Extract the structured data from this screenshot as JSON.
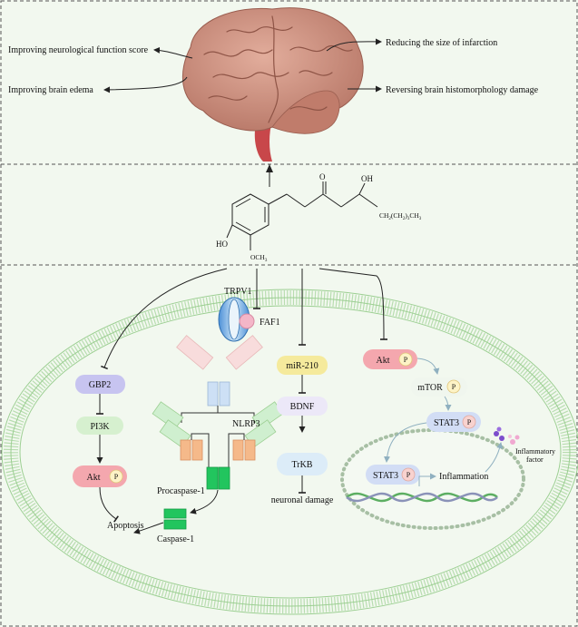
{
  "outcomes": {
    "neuro_score": "Improving neurological function score",
    "edema": "Improving brain edema",
    "infarction": "Reducing the size of infarction",
    "histomorphology": "Reversing brain histomorphology damage"
  },
  "molecule": {
    "ho": "HO",
    "och3": "OCH",
    "och3_sub": "3",
    "oh": "OH",
    "o": "O",
    "chain": "CH",
    "chain_sub1": "2",
    "chain_mid": "(CH",
    "chain_sub2": "2",
    "chain_mid2": ")",
    "chain_sub3": "3",
    "chain_end": "CH",
    "chain_sub4": "3"
  },
  "pathways": {
    "trpv1": "TRPV1",
    "faf1": "FAF1",
    "gbp2": "GBP2",
    "pi3k": "PI3K",
    "akt_left": "Akt",
    "p_left": "P",
    "apoptosis": "Apoptosis",
    "nlrp3": "NLRP3",
    "procaspase": "Procaspase-1",
    "caspase": "Caspase-1",
    "mir210": "miR-210",
    "bdnf": "BDNF",
    "trkb": "TrKB",
    "neuronal_damage": "neuronal damage",
    "akt_right": "Akt",
    "p_akt": "P",
    "mtor": "mTOR",
    "p_mtor": "P",
    "stat3_outer": "STAT3",
    "p_stat3_outer": "P",
    "stat3_inner": "STAT3",
    "p_stat3_inner": "P",
    "inflammation": "Inflammation",
    "inflammatory_factor_1": "Inflammatory",
    "inflammatory_factor_2": "factor"
  },
  "colors": {
    "background": "#f2f8ef",
    "membrane": "#a9d6a0",
    "brain": "#c98f7e",
    "gbp2": "#c7c4f0",
    "pi3k": "#d6f0cf",
    "akt": "#f4a7ae",
    "mir210": "#f5ea9c",
    "bdnf": "#ece8f8",
    "trkb": "#dcecf8",
    "stat3": "#d2ddf5",
    "nlrp3_green": "#cfefcf",
    "nlrp3_orange": "#f5b98a",
    "caspase": "#22c55e"
  }
}
